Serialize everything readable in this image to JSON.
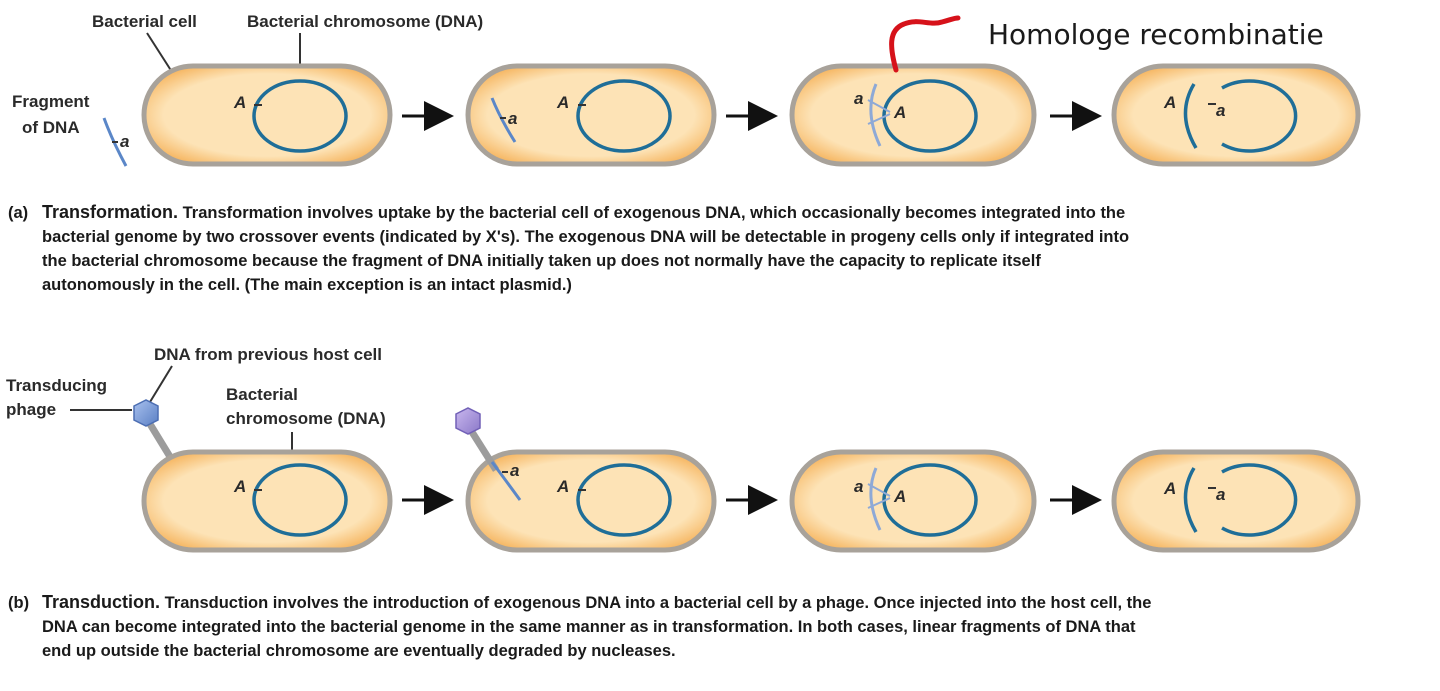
{
  "panel_a": {
    "labels": {
      "bacterial_cell": "Bacterial cell",
      "chromosome": "Bacterial chromosome (DNA)",
      "fragment_line1": "Fragment",
      "fragment_line2": "of DNA"
    },
    "annotation": "Homologe recombinatie",
    "allele_upper": "A",
    "allele_lower": "a",
    "caption": {
      "tag": "(a)",
      "heading": "Transformation.",
      "line1": "Transformation involves uptake by the bacterial cell of exogenous DNA, which occasionally becomes integrated into the",
      "line2": "bacterial genome by two crossover events (indicated by X's). The exogenous DNA will be detectable in progeny cells only if integrated into",
      "line3": "the bacterial chromosome because the fragment of DNA initially taken up does not normally have the capacity to replicate itself",
      "line4": "autonomously in the cell. (The main exception is an intact plasmid.)"
    }
  },
  "panel_b": {
    "labels": {
      "dna_previous_host": "DNA from previous host cell",
      "phage_line1": "Transducing",
      "phage_line2": "phage",
      "chromosome_line1": "Bacterial",
      "chromosome_line2": "chromosome (DNA)"
    },
    "allele_upper": "A",
    "allele_lower": "a",
    "caption": {
      "tag": "(b)",
      "heading": "Transduction.",
      "line1": "Transduction involves the introduction of exogenous DNA into a bacterial cell by a phage. Once injected into the host cell, the",
      "line2": "DNA can become integrated into the bacterial genome in the same manner as in transformation. In both cases, linear fragments of DNA that",
      "line3": "end up outside the bacterial chromosome are eventually degraded by nucleases."
    }
  },
  "colors": {
    "cell_fill": "#fbd9a3",
    "cell_border": "#a8a29a",
    "cell_inner_glow": "#f7b45a",
    "chromosome": "#1f6e98",
    "fragment": "#5b87c8",
    "annotation_stroke": "#d6121a",
    "phage": "#7d9fd8"
  }
}
